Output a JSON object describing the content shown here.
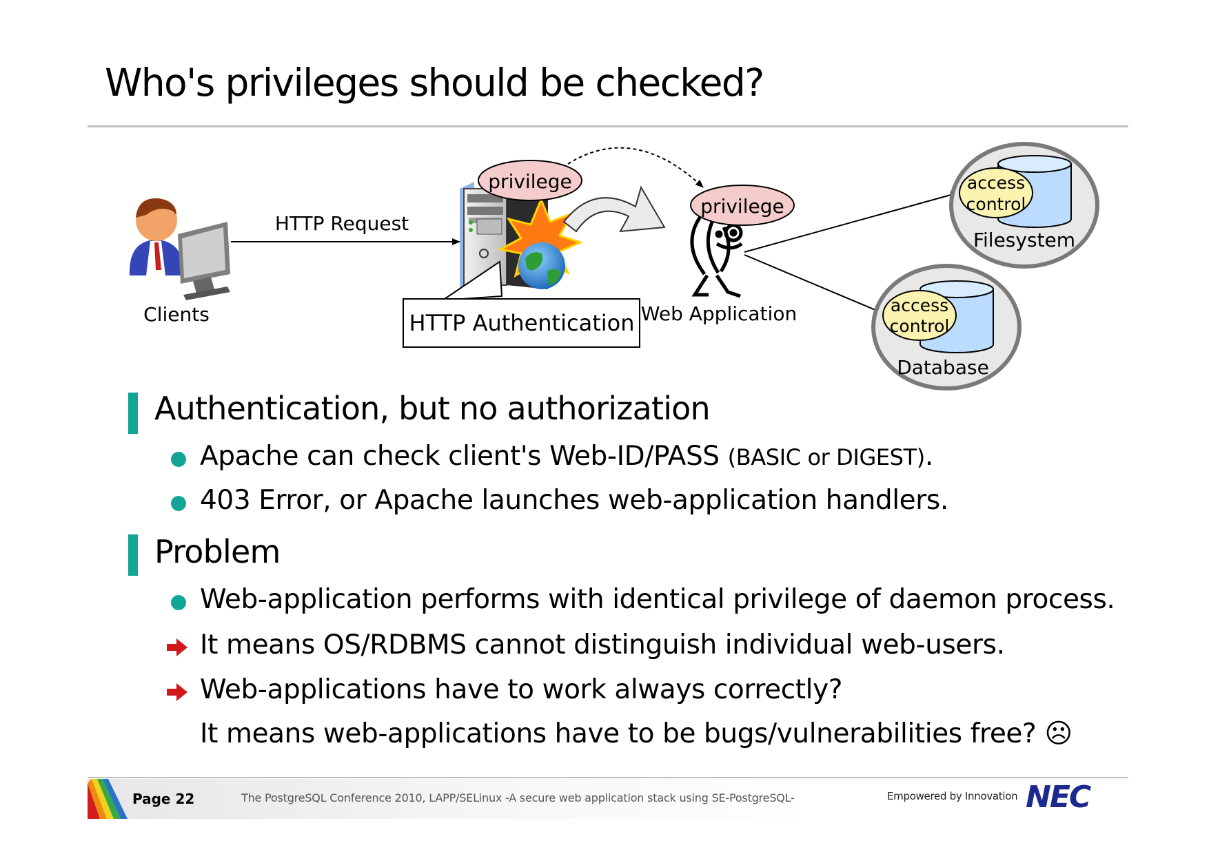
{
  "title": "Who's privileges should be checked?",
  "colors": {
    "accent": "#12a596",
    "arrow_bullet": "#d11919",
    "privilege_fill": "#f5cccc",
    "access_fill": "#fbf3b0",
    "cylinder_fill": "#bcdcff",
    "ring_fill": "#e8e8e8",
    "ring_stroke": "#7a7a7a",
    "brand": "#1b2a8c"
  },
  "diagram": {
    "clients_label": "Clients",
    "http_request_label": "HTTP Request",
    "server_privilege_label": "privilege",
    "http_auth_label": "HTTP Authentication",
    "webapp_privilege_label": "privilege",
    "webapp_label": "Web Application",
    "filesystem": {
      "access_line1": "access",
      "access_line2": "control",
      "label": "Filesystem"
    },
    "database": {
      "access_line1": "access",
      "access_line2": "control",
      "label": "Database"
    },
    "icons": [
      "user-at-computer-icon",
      "server-tower-icon",
      "explosion-icon",
      "globe-icon",
      "curved-arrow-icon",
      "web-app-character-icon",
      "cylinder-icon"
    ]
  },
  "sections": [
    {
      "heading": "Authentication, but no authorization",
      "items": [
        {
          "bullet": "dot",
          "text": "Apache can check client's Web-ID/PASS",
          "small": "(BASIC or DIGEST)",
          "tail": "."
        },
        {
          "bullet": "dot",
          "text": "403 Error, or Apache launches web-application handlers."
        }
      ]
    },
    {
      "heading": "Problem",
      "items": [
        {
          "bullet": "dot",
          "text": "Web-application performs with identical privilege of daemon process."
        },
        {
          "bullet": "arrow",
          "text": "It means OS/RDBMS cannot distinguish individual web-users."
        },
        {
          "bullet": "arrow",
          "text": "Web-applications have to work always correctly?"
        },
        {
          "bullet": "none",
          "text": "It means web-applications have to be bugs/vulnerabilities free? ☹"
        }
      ]
    }
  ],
  "footer": {
    "page": "Page 22",
    "text": "The PostgreSQL Conference 2010, LAPP/SELinux -A secure web application stack using SE-PostgreSQL-",
    "tagline": "Empowered by Innovation",
    "brand": "NEC"
  }
}
